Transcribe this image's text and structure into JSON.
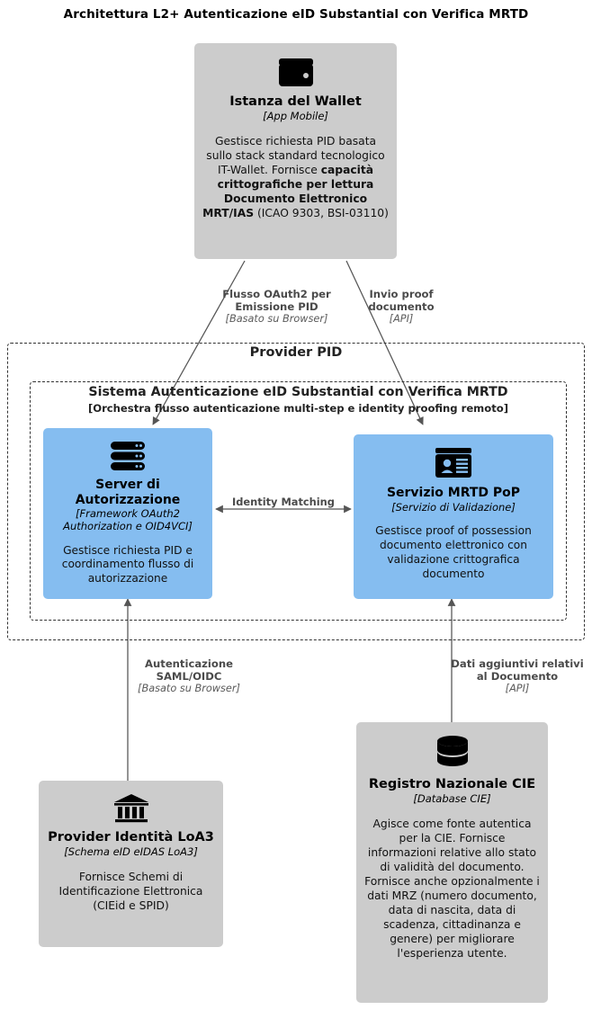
{
  "title": "Architettura L2+ Autenticazione eID Substantial con Verifica MRTD",
  "colors": {
    "grey_node": "#cccccc",
    "blue_node": "#85bdf0",
    "edge": "#555555",
    "group_border": "#333333",
    "label_text": "#4a4a4a"
  },
  "nodes": {
    "wallet": {
      "icon": "wallet-icon",
      "title": "Istanza del Wallet",
      "subtitle": "[App Mobile]",
      "desc_parts": [
        {
          "text": "Gestisce richiesta PID basata sullo stack standard tecnologico IT-Wallet. Fornisce ",
          "bold": false
        },
        {
          "text": "capacità crittografiche per lettura Documento Elettronico MRT/IAS",
          "bold": true
        },
        {
          "text": " (ICAO 9303, BSI-03110)",
          "bold": false
        }
      ]
    },
    "auth_server": {
      "icon": "server-icon",
      "title": "Server di Autorizzazione",
      "subtitle": "[Framework OAuth2 Authorization e OID4VCI]",
      "desc_parts": [
        {
          "text": "Gestisce richiesta PID e coordinamento flusso di autorizzazione",
          "bold": false
        }
      ]
    },
    "mrtd_pop": {
      "icon": "id-card-icon",
      "title": "Servizio MRTD PoP",
      "subtitle": "[Servizio di Validazione]",
      "desc_parts": [
        {
          "text": "Gestisce proof of possession documento elettronico con validazione crittografica documento",
          "bold": false
        }
      ]
    },
    "idp": {
      "icon": "bank-icon",
      "title": "Provider Identità LoA3",
      "subtitle": "[Schema eID eIDAS LoA3]",
      "desc_parts": [
        {
          "text": "Fornisce Schemi di Identificazione Elettronica (CIEid e SPID)",
          "bold": false
        }
      ]
    },
    "registro": {
      "icon": "database-icon",
      "title": "Registro Nazionale CIE",
      "subtitle": "[Database CIE]",
      "desc_parts": [
        {
          "text": "Agisce come fonte autentica per la CIE. Fornisce informazioni relative allo stato di validità del documento. Fornisce anche opzionalmente i dati MRZ (numero documento, data di nascita, data di scadenza, cittadinanza e genere) per migliorare l'esperienza utente.",
          "bold": false
        }
      ]
    }
  },
  "groups": {
    "provider_pid": {
      "label": "Provider PID"
    },
    "sistema_eid": {
      "title": "Sistema Autenticazione eID Substantial con Verifica MRTD",
      "subtitle": "[Orchestra flusso autenticazione multi-step e identity proofing remoto]"
    }
  },
  "edges": [
    {
      "name": "wallet-to-auth-server",
      "main": "Flusso OAuth2 per Emissione PID",
      "sub": "[Basato su Browser]",
      "direction": "down"
    },
    {
      "name": "wallet-to-mrtd-pop",
      "main": "Invio proof documento",
      "sub": "[API]",
      "direction": "down"
    },
    {
      "name": "identity-matching",
      "main": "Identity Matching",
      "sub": "",
      "direction": "bidirectional"
    },
    {
      "name": "idp-to-auth-server",
      "main": "Autenticazione SAML/OIDC",
      "sub": "[Basato su Browser]",
      "direction": "up"
    },
    {
      "name": "registro-to-mrtd-pop",
      "main": "Dati aggiuntivi relativi al Documento",
      "sub": "[API]",
      "direction": "up"
    }
  ]
}
